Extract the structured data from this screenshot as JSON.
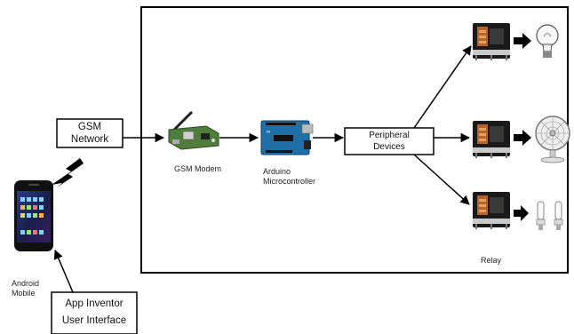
{
  "boxes": {
    "gsm_network": [
      "GSM",
      "Network"
    ],
    "peripheral_devices": [
      "Peripheral",
      "Devices"
    ],
    "app_inventor": [
      "App Inventor",
      "User Interface"
    ]
  },
  "labels": {
    "gsm_modem": "GSM Modem",
    "arduino": [
      "Arduino",
      "Microcontroller"
    ],
    "android": [
      "Android",
      "Mobile"
    ],
    "relay": "Relay"
  },
  "icons": {
    "phone": "android-phone-icon",
    "signal": "wireless-signal-icon",
    "modem": "gsm-modem-board-icon",
    "arduino": "arduino-board-icon",
    "relays": [
      "relay-icon",
      "relay-icon",
      "relay-icon"
    ],
    "bulb": "light-bulb-icon",
    "fan": "fan-icon",
    "cfl": "cfl-lamp-icon"
  },
  "colors": {
    "arduino_blue": "#1e6fa8",
    "modem_green": "#4f7d3b",
    "relay_black": "#1a1a1a",
    "relay_copper": "#b5652b"
  }
}
